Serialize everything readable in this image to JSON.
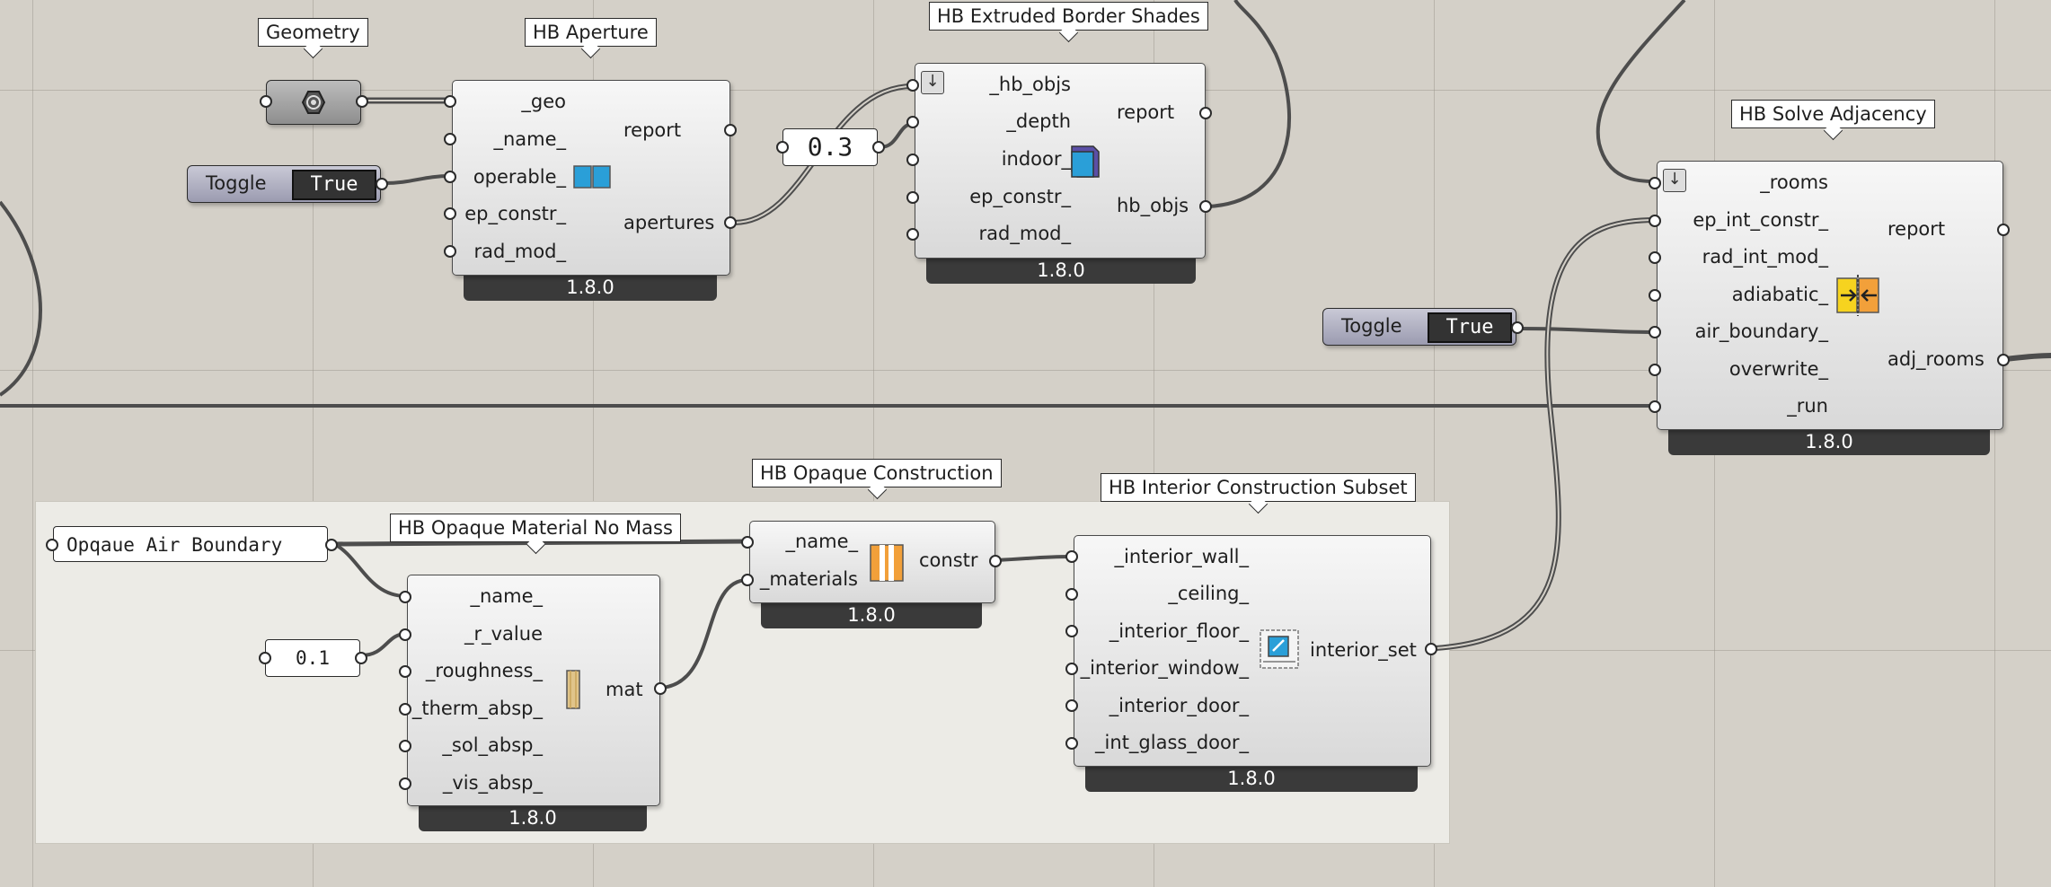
{
  "tags": {
    "geometry": "Geometry",
    "hb_aperture": "HB Aperture",
    "hb_extruded_border_shades": "HB Extruded Border Shades",
    "hb_solve_adjacency": "HB Solve Adjacency",
    "hb_opaque_construction": "HB Opaque Construction",
    "hb_interior_construction_subset": "HB Interior Construction Subset",
    "hb_opaque_material_no_mass": "HB Opaque Material No Mass"
  },
  "toggles": {
    "aperture_toggle": {
      "label": "Toggle",
      "value": "True"
    },
    "adjacency_toggle": {
      "label": "Toggle",
      "value": "True"
    }
  },
  "panels": {
    "depth_value": "0.3",
    "r_value": "0.1",
    "air_boundary_text": "Opqaue Air Boundary"
  },
  "components": {
    "aperture": {
      "inputs": [
        "_geo",
        "_name_",
        "operable_",
        "ep_constr_",
        "rad_mod_"
      ],
      "outputs": [
        "report",
        "apertures"
      ],
      "icon": "window-icon",
      "version": "1.8.0"
    },
    "extruded_shades": {
      "inputs": [
        "_hb_objs",
        "_depth",
        "indoor_",
        "ep_constr_",
        "rad_mod_"
      ],
      "outputs": [
        "report",
        "hb_objs"
      ],
      "icon": "cube-icon",
      "version": "1.8.0"
    },
    "solve_adjacency": {
      "inputs": [
        "_rooms",
        "ep_int_constr_",
        "rad_int_mod_",
        "adiabatic_",
        "air_boundary_",
        "overwrite_",
        "_run"
      ],
      "outputs": [
        "report",
        "adj_rooms"
      ],
      "icon": "adjacency-icon",
      "version": "1.8.0"
    },
    "opaque_construction": {
      "inputs": [
        "_name_",
        "_materials"
      ],
      "outputs": [
        "constr"
      ],
      "icon": "construction-icon",
      "version": "1.8.0"
    },
    "interior_subset": {
      "inputs": [
        "_interior_wall_",
        "_ceiling_",
        "_interior_floor_",
        "_interior_window_",
        "_interior_door_",
        "_int_glass_door_"
      ],
      "outputs": [
        "interior_set"
      ],
      "icon": "interior-set-icon",
      "version": "1.8.0"
    },
    "material_no_mass": {
      "inputs": [
        "_name_",
        "_r_value",
        "_roughness_",
        "_therm_absp_",
        "_sol_absp_",
        "_vis_absp_"
      ],
      "outputs": [
        "mat"
      ],
      "icon": "material-icon",
      "version": "1.8.0"
    }
  },
  "colors": {
    "canvas": "#d4d0c8",
    "group": "#ecebe6",
    "wire": "#4d4d4d",
    "footer": "#3a3a3a",
    "icon_blue": "#2a9fd8",
    "icon_orange": "#f2a03a",
    "icon_yellow": "#f6d31f"
  }
}
